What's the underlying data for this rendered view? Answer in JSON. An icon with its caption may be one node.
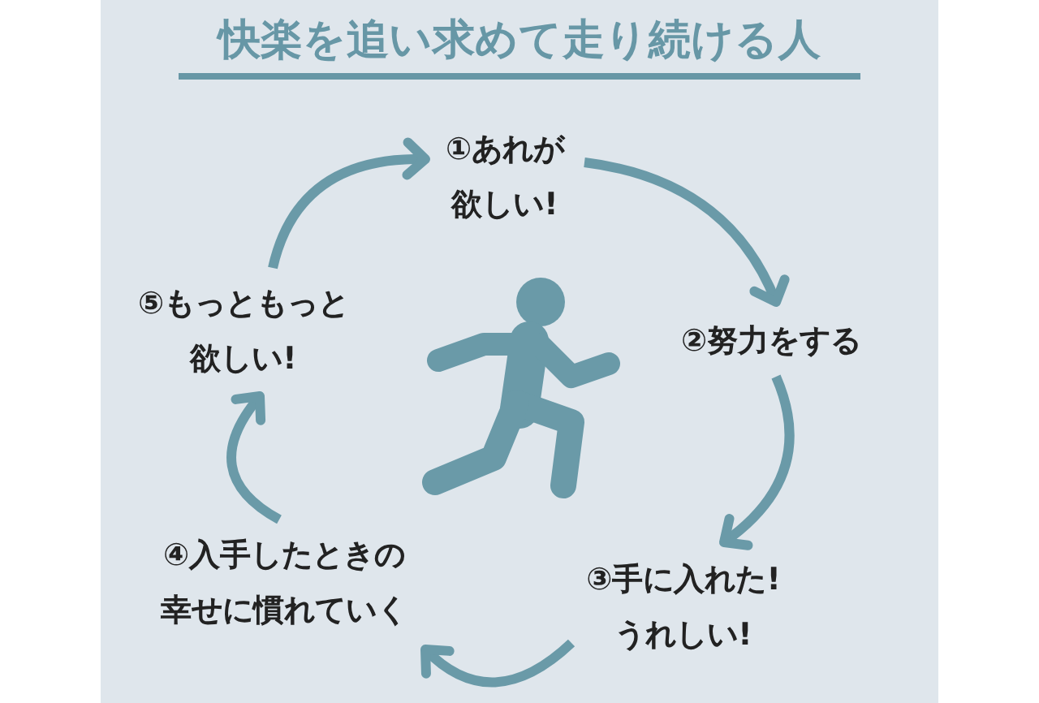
{
  "diagram": {
    "title": "快楽を追い求めて走り続ける人",
    "nodes": [
      {
        "text": [
          "①あれが欲しい!"
        ]
      },
      {
        "text": [
          "②努力をする"
        ]
      },
      {
        "text": [
          "③手に入れた!うれしい!"
        ]
      },
      {
        "text": [
          "④入手したときの幸せに慣れていく"
        ]
      },
      {
        "text": [
          "⑤もっともっと欲しい!"
        ]
      }
    ],
    "edges": [
      {
        "from": 0,
        "to": 1,
        "arrow": "to"
      },
      {
        "from": 1,
        "to": 2,
        "arrow": "to"
      },
      {
        "from": 2,
        "to": 3,
        "arrow": "to"
      },
      {
        "from": 3,
        "to": 4,
        "arrow": "to"
      },
      {
        "from": 4,
        "to": 0,
        "arrow": "to"
      }
    ]
  }
}
